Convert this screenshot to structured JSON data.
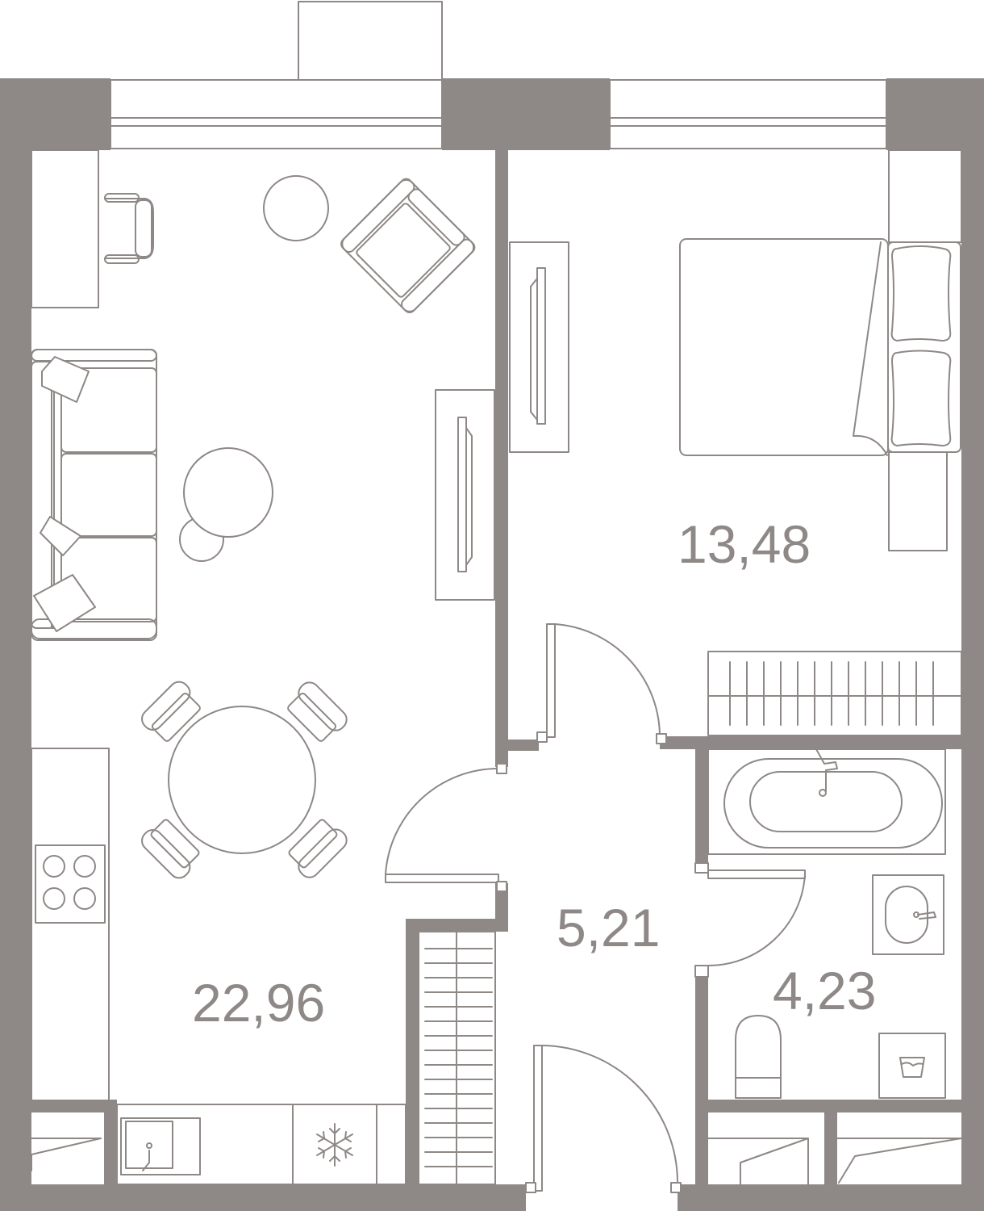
{
  "plan": {
    "colors": {
      "wall": "#8e8886",
      "line": "#8e8886",
      "text": "#8e8886",
      "background": "#ffffff"
    },
    "rooms": [
      {
        "id": "living-kitchen",
        "area": "22,96"
      },
      {
        "id": "bedroom",
        "area": "13,48"
      },
      {
        "id": "hallway",
        "area": "5,21"
      },
      {
        "id": "bathroom",
        "area": "4,23"
      }
    ],
    "icons": [
      "snowflake-icon",
      "sink-icon",
      "stove-icon",
      "bathtub-icon",
      "toilet-icon",
      "washbasin-icon",
      "bed-icon",
      "sofa-icon",
      "armchair-icon",
      "dining-table-icon",
      "desk-chair-icon",
      "tv-icon",
      "wardrobe-icon",
      "door-icon",
      "balcony-icon"
    ]
  }
}
